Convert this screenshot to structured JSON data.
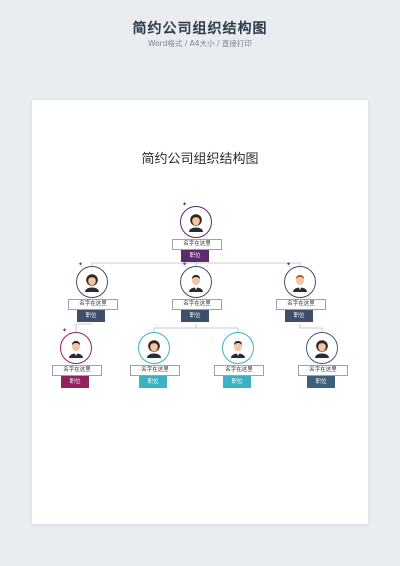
{
  "header": {
    "title": "简约公司组织结构图",
    "subtitle": "Word格式 / A4大小 / 直接打印"
  },
  "document": {
    "title": "简约公司组织结构图"
  },
  "colors": {
    "purple_dark": "#5e2a6e",
    "navy": "#3f4f6b",
    "magenta": "#93225c",
    "teal": "#3ab4c4",
    "steel_blue": "#3b607c"
  },
  "nodes": [
    {
      "name": "名字在这里",
      "role": "职位",
      "gender": "female",
      "color": "#5e2a6e"
    },
    {
      "name": "名字在这里",
      "role": "职位",
      "gender": "female",
      "color": "#3f4f6b"
    },
    {
      "name": "名字在这里",
      "role": "职位",
      "gender": "male",
      "color": "#3f4f6b"
    },
    {
      "name": "名字在这里",
      "role": "职位",
      "gender": "male",
      "color": "#3f4f6b"
    },
    {
      "name": "名字在这里",
      "role": "职位",
      "gender": "male",
      "color": "#93225c"
    },
    {
      "name": "名字在这里",
      "role": "职位",
      "gender": "female",
      "color": "#3ab4c4"
    },
    {
      "name": "名字在这里",
      "role": "职位",
      "gender": "male",
      "color": "#3ab4c4"
    },
    {
      "name": "名字在这里",
      "role": "职位",
      "gender": "female",
      "color": "#3b607c"
    }
  ]
}
